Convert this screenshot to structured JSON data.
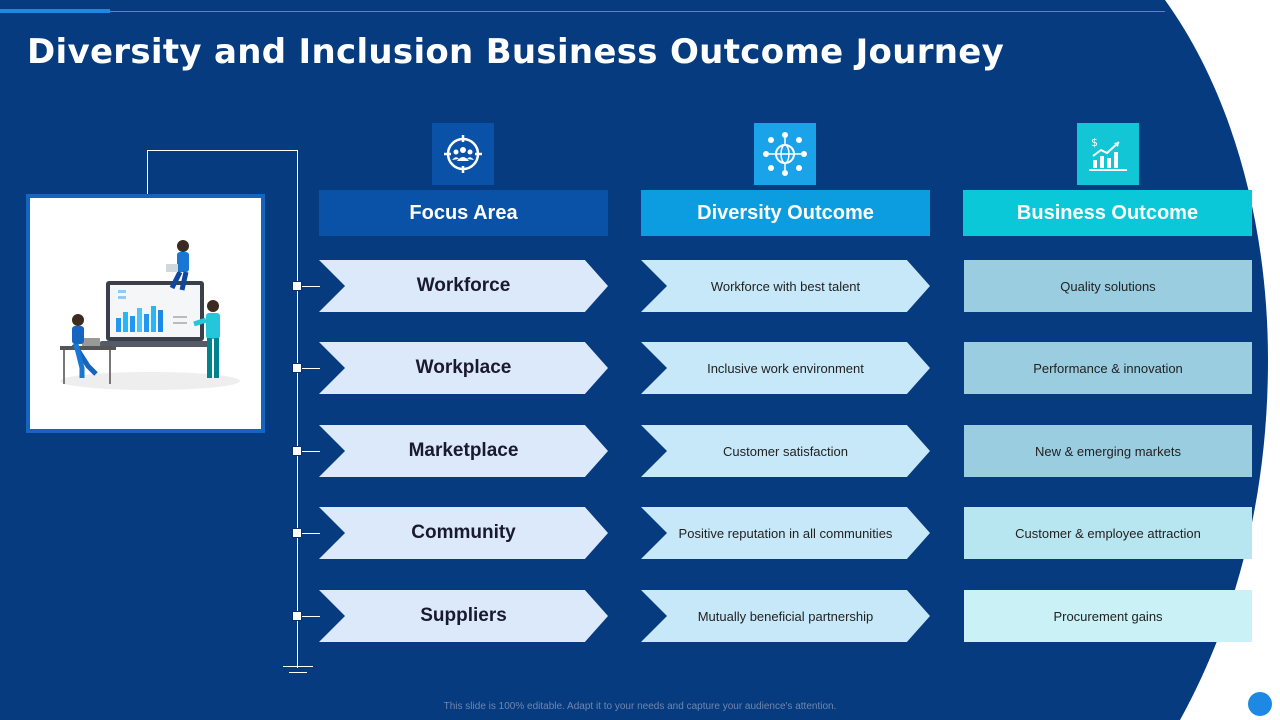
{
  "title": "Diversity and Inclusion Business Outcome Journey",
  "colors": {
    "background": "#073b7f",
    "header_focus": "#0a52a8",
    "header_diversity": "#0b9de0",
    "header_business": "#0bc8d8",
    "icon_focus_bg": "#0a52a8",
    "icon_diversity_bg": "#1aa3e8",
    "icon_business_bg": "#12c6d6"
  },
  "columns": [
    {
      "icon": "team-target-icon",
      "header": "Focus Area"
    },
    {
      "icon": "global-network-icon",
      "header": "Diversity Outcome"
    },
    {
      "icon": "growth-chart-icon",
      "header": "Business Outcome"
    }
  ],
  "rows": [
    {
      "focus": "Workforce",
      "diversity": "Workforce with best talent",
      "business": "Quality solutions"
    },
    {
      "focus": "Workplace",
      "diversity": "Inclusive work environment",
      "business": "Performance  & innovation"
    },
    {
      "focus": "Marketplace",
      "diversity": "Customer satisfaction",
      "business": "New & emerging markets"
    },
    {
      "focus": "Community",
      "diversity": "Positive reputation  in all communities",
      "business": "Customer & employee attraction"
    },
    {
      "focus": "Suppliers",
      "diversity": "Mutually beneficial  partnership",
      "business": "Procurement  gains"
    }
  ],
  "illustration": "team-dashboard-illustration",
  "footer": "This slide is 100% editable. Adapt it to your needs and capture your audience's attention."
}
